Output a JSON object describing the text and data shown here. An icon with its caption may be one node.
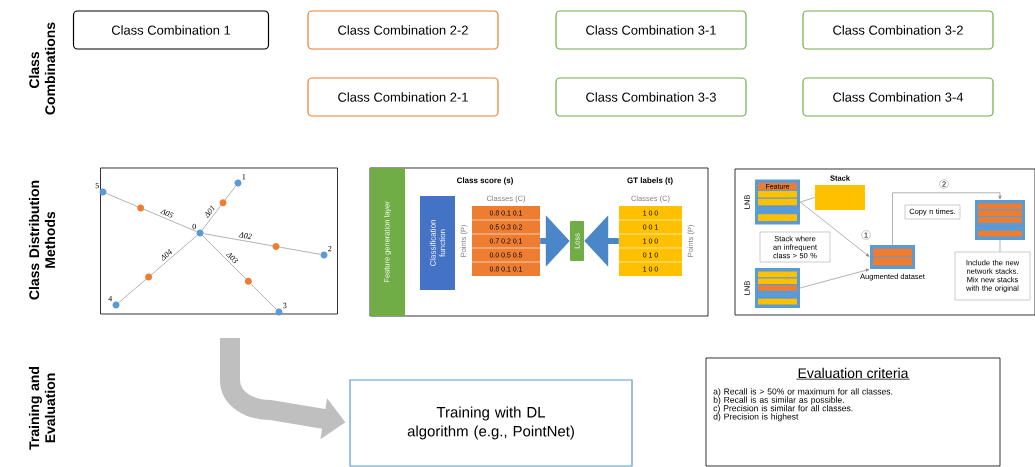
{
  "diagram": {
    "nodes": [
      {
        "text": [
          "Class Combination 1"
        ]
      },
      {
        "text": [
          "Class Combination 2-2"
        ]
      },
      {
        "text": [
          "Class Combination 3-1"
        ]
      },
      {
        "text": [
          "Class Combination 3-2"
        ]
      },
      {
        "text": [
          "Class Combination 2-1"
        ]
      },
      {
        "text": [
          "Class Combination 3-3"
        ]
      },
      {
        "text": [
          "Class Combination 3-4"
        ]
      },
      {
        "text": [],
        "shape": "box"
      },
      {
        "text": [
          "5"
        ],
        "in": 7
      },
      {
        "text": [
          "1"
        ],
        "in": 7
      },
      {
        "text": [
          "0"
        ],
        "in": 7
      },
      {
        "text": [
          "2"
        ],
        "in": 7
      },
      {
        "text": [
          "4"
        ],
        "in": 7
      },
      {
        "text": [
          "3"
        ],
        "in": 7
      },
      {
        "text": [],
        "shape": "box"
      },
      {
        "text": [
          "Feature generation layer"
        ],
        "in": 14
      },
      {
        "text": [
          "Classification function"
        ],
        "in": 14
      },
      {
        "text": [
          "Classes (C)",
          "0.8 0.1 0.1",
          "0.5 0.3 0.2",
          "0.7 0.2 0.1",
          "0.0 0.5 0.5",
          "0.8 0.1 0.1"
        ],
        "beside": [
          "Points (P)"
        ],
        "in": 14
      },
      {
        "text": [
          "Loss"
        ],
        "in": 14
      },
      {
        "text": [
          "Classes (C)",
          "1 0 0",
          "0 0 1",
          "1 0 0",
          "0 1 0",
          "1 0 0"
        ],
        "beside": [
          "Points (P)"
        ],
        "in": 14
      },
      {
        "text": [],
        "shape": "box"
      },
      {
        "text": [
          "Feature"
        ],
        "beside": [
          "LNB"
        ],
        "in": 20
      },
      {
        "text": [
          "Stack"
        ],
        "in": 20
      },
      {
        "text": [
          "Copy n times."
        ],
        "in": 20
      },
      {
        "text": [],
        "shape": "box",
        "in": 20
      },
      {
        "text": [
          "Stack where an infrequent class > 50 %"
        ],
        "in": 20
      },
      {
        "text": [],
        "shape": "box",
        "beside": [
          "Augmented dataset"
        ],
        "in": 20
      },
      {
        "text": [
          "Include the new network stacks. Mix new stacks with the original"
        ],
        "in": 20
      },
      {
        "text": [],
        "shape": "box",
        "beside": [
          "LNB"
        ],
        "in": 20
      },
      {
        "text": [
          "Training with DL algorithm (e.g., PointNet)"
        ]
      },
      {
        "text": [
          "Evaluation criteria",
          "a) Recall is > 50% or maximum for all classes.",
          "b) Recall is as similar as possible.",
          "c) Precision is similar for all classes.",
          "d) Precision is highest"
        ]
      }
    ],
    "edges": [
      {
        "from": 10,
        "to": 9,
        "arrow": "none",
        "label": "Δ01"
      },
      {
        "from": 10,
        "to": 11,
        "arrow": "none",
        "label": "Δ02"
      },
      {
        "from": 10,
        "to": 13,
        "arrow": "none",
        "label": "Δ03"
      },
      {
        "from": 10,
        "to": 12,
        "arrow": "none",
        "label": "Δ04"
      },
      {
        "from": 10,
        "to": 8,
        "arrow": "none",
        "label": "Δ05"
      },
      {
        "from": 17,
        "to": 18,
        "arrow": "to",
        "style": "thick",
        "color": "#4a86c8"
      },
      {
        "from": 19,
        "to": 18,
        "arrow": "to",
        "style": "thick",
        "color": "#4a86c8"
      },
      {
        "from": 21,
        "to": 22,
        "arrow": "none"
      },
      {
        "from": 21,
        "to": 26,
        "arrow": "to"
      },
      {
        "from": 28,
        "to": 26,
        "arrow": "to"
      },
      {
        "from": 26,
        "to": 24,
        "arrow": "to"
      },
      {
        "from": 24,
        "to": 27,
        "arrow": "none"
      },
      {
        "from": null,
        "to": 29,
        "arrow": "to",
        "style": "thick",
        "color": "#bfbfbf"
      }
    ],
    "labels": [
      "Class Combinations",
      "Class Distribution Methods",
      "Class score (s)",
      "GT labels (t)",
      "2",
      "1",
      "Training and Evaluation"
    ]
  }
}
